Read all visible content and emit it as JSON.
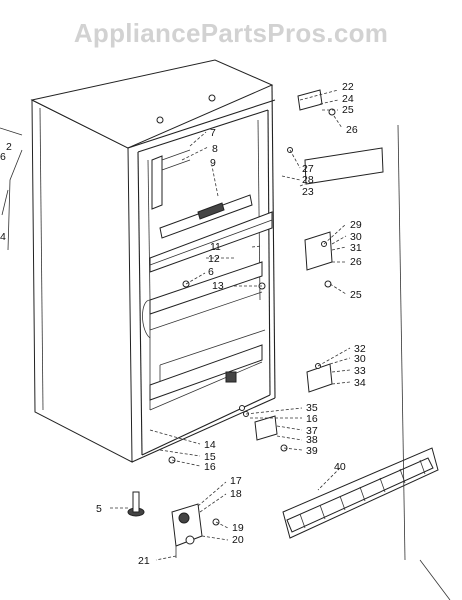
{
  "watermark": "AppliancePartsPros.com",
  "callouts": {
    "c22": "22",
    "c24": "24",
    "c25a": "25",
    "c26a": "26",
    "c7": "7",
    "c8": "8",
    "c9": "9",
    "c27": "27",
    "c28": "28",
    "c23": "23",
    "c29": "29",
    "c30a": "30",
    "c31": "31",
    "c26b": "26",
    "c25b": "25",
    "c11": "11",
    "c12": "12",
    "c6a": "6",
    "c13": "13",
    "c32": "32",
    "c30b": "30",
    "c33": "33",
    "c34": "34",
    "c35": "35",
    "c16a": "16",
    "c37": "37",
    "c38": "38",
    "c39": "39",
    "c14": "14",
    "c15": "15",
    "c16b": "16",
    "c17": "17",
    "c18": "18",
    "c19": "19",
    "c20": "20",
    "c21": "21",
    "c5": "5",
    "c40": "40",
    "c6b": "6",
    "c2": "2",
    "c4": "4"
  }
}
